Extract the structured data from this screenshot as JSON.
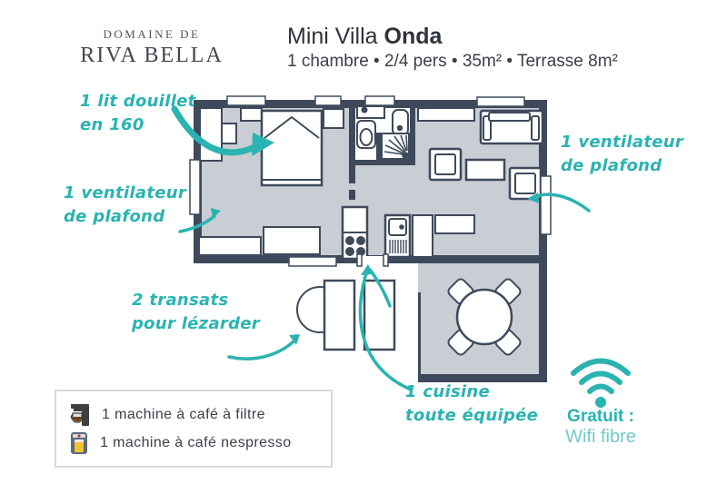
{
  "header": {
    "logo_line1": "DOMAINE DE",
    "logo_line2": "RIVA BELLA",
    "title_prefix": "Mini Villa ",
    "title_bold": "Onda",
    "subtitle": "1 chambre • 2/4 pers • 35m² • Terrasse 8m²"
  },
  "annotations": {
    "bed": {
      "line1": "1 lit douillet",
      "line2": "en 160"
    },
    "fan_left": {
      "line1": "1 ventilateur",
      "line2": "de plafond"
    },
    "fan_right": {
      "line1": "1 ventilateur",
      "line2": "de plafond"
    },
    "loungers": {
      "line1": "2 transats",
      "line2": "pour lézarder"
    },
    "kitchen": {
      "line1": "1 cuisine",
      "line2": "toute équipée"
    }
  },
  "wifi": {
    "title": "Gratuit :",
    "subtitle": "Wifi fibre"
  },
  "amenities": {
    "items": [
      {
        "icon": "filter-coffee-machine-icon",
        "label": "1 machine à café à filtre"
      },
      {
        "icon": "nespresso-machine-icon",
        "label": "1 machine à café nespresso"
      }
    ]
  },
  "colors": {
    "teal": "#2bb3b1",
    "teal_light": "#74c8cb",
    "wall": "#3e4a5b",
    "floor": "#c9cdd4",
    "text_dark": "#363b43",
    "logo_gray": "#4b4b53",
    "box_border": "#d9d9d9"
  }
}
